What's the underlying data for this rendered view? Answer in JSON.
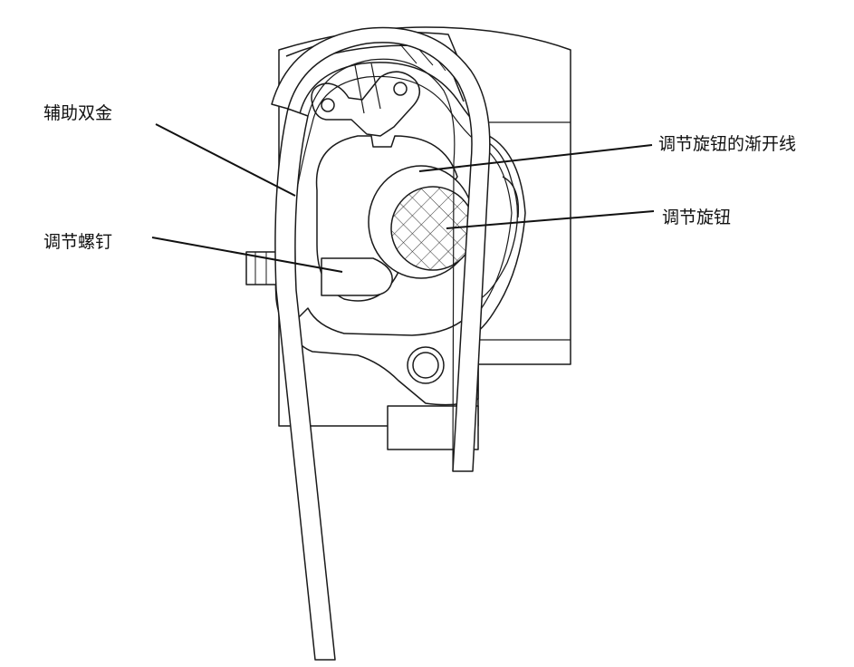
{
  "labels": {
    "aux_bimetal": "辅助双金",
    "adjust_screw": "调节螺钉",
    "knob_involute": "调节旋钮的渐开线",
    "adjust_knob": "调节旋钮"
  },
  "colors": {
    "stroke": "#1a1a1a",
    "fill": "#ffffff"
  }
}
